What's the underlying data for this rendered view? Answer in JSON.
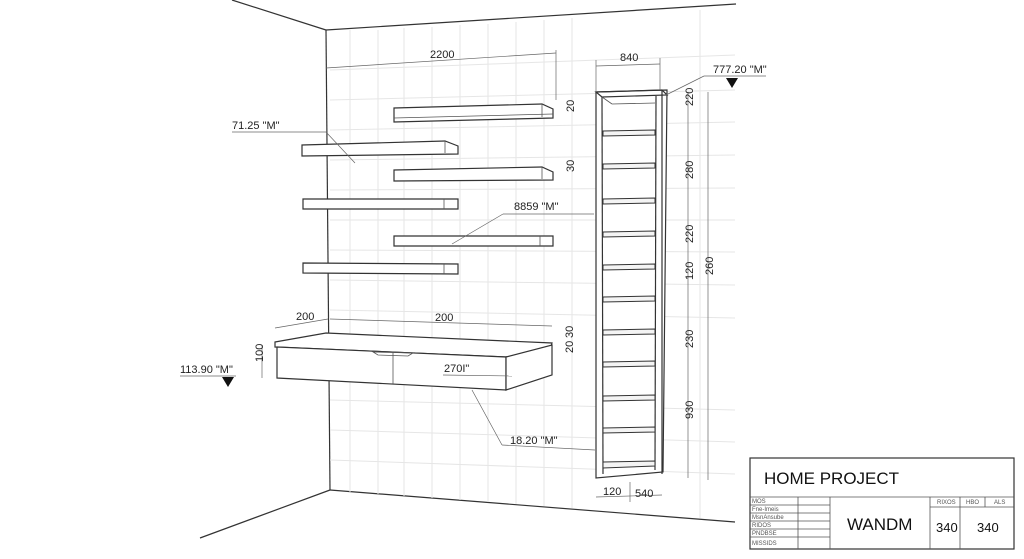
{
  "drawing": {
    "type": "architectural wall elevation sketch",
    "colors": {
      "line": "#333333",
      "grid": "#e6e6e6",
      "background": "#ffffff",
      "marker": "#111111"
    }
  },
  "dimensions": {
    "wall_width": "2200",
    "desk_depth": "200",
    "desk_width": "200",
    "desk_height": "100",
    "desk_top_a": "30",
    "desk_top_b": "20",
    "drawer_label": "270I\"",
    "shelf_top_thickness": "20",
    "shelf_mid_thickness": "30",
    "bookcase_width": "840",
    "bookcase_bottom_left": "120",
    "bookcase_bottom_right": "540",
    "bookcase_segments": [
      "220",
      "280",
      "220",
      "120",
      "230",
      "930"
    ],
    "bookcase_total": "260"
  },
  "annotations": {
    "shelf_level": "71.25 \"M\"",
    "mid_level": "8859 \"M\"",
    "top_level": "777.20 \"M\"",
    "desk_level": "113.90 \"M\"",
    "desk_bottom_level": "18.20 \"M\""
  },
  "title_block": {
    "project": "HOME PROJECT",
    "drawing_name": "WANDM",
    "left_rows": [
      "MOS",
      "Fne-Imeis",
      "MsnAnsube",
      "RIDOS",
      "PNDBSE",
      "MISSIDS"
    ],
    "col_headers": [
      "RIXOS",
      "HBO",
      "ALS"
    ],
    "values": [
      "340",
      "340"
    ]
  }
}
